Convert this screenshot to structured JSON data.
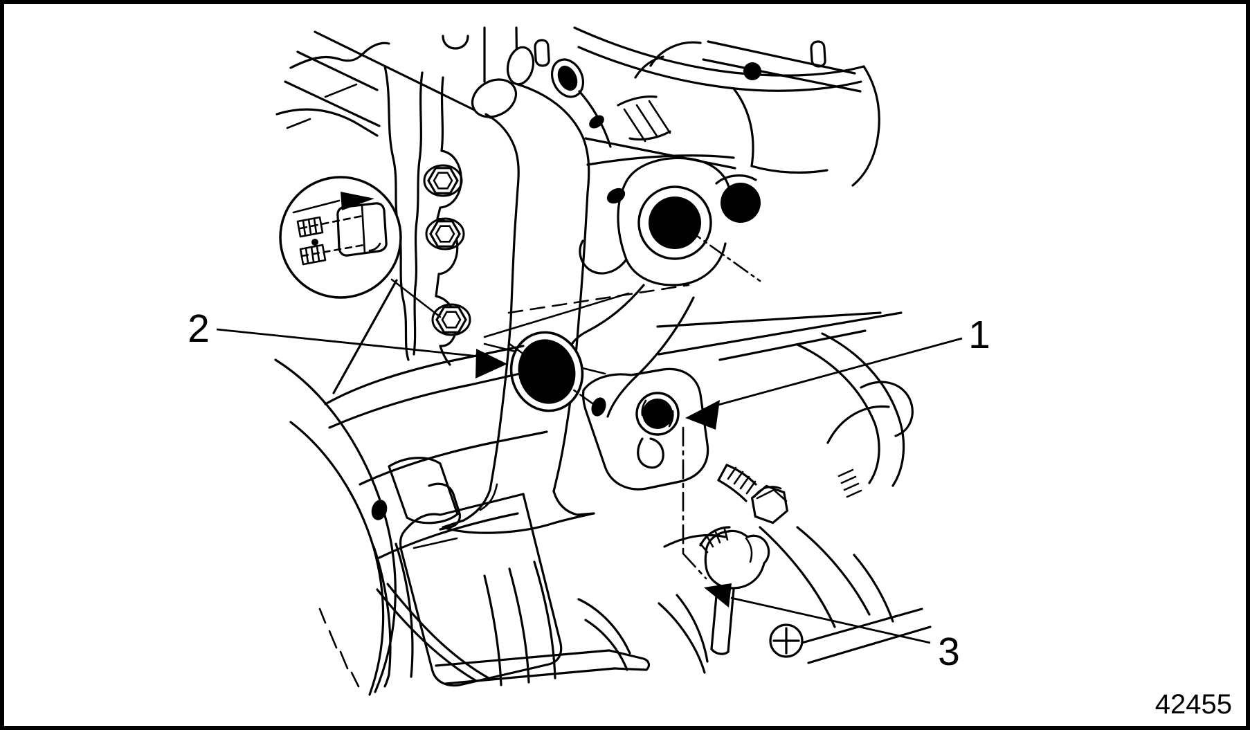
{
  "figure": {
    "number": "42455"
  },
  "callouts": [
    {
      "label": "1"
    },
    {
      "label": "2"
    },
    {
      "label": "3"
    }
  ],
  "colors": {
    "line": "#000000",
    "background": "#ffffff"
  }
}
